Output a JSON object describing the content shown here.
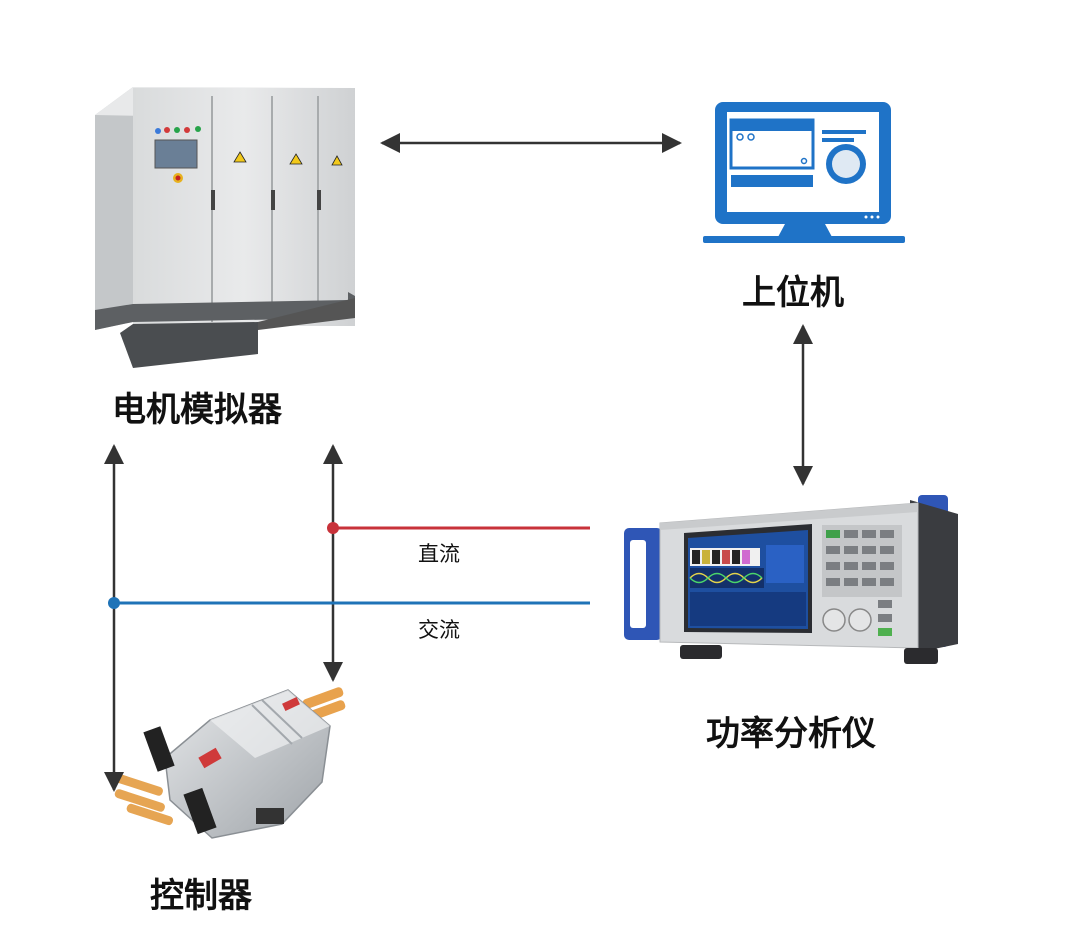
{
  "nodes": {
    "motor_simulator": "电机模拟器",
    "host_computer": "上位机",
    "power_analyzer": "功率分析仪",
    "controller": "控制器"
  },
  "lines": {
    "dc": "直流",
    "ac": "交流"
  },
  "colors": {
    "dc_line": "#c8323a",
    "ac_line": "#1f73b7",
    "arrow": "#333333",
    "monitor": "#1f73c7"
  }
}
